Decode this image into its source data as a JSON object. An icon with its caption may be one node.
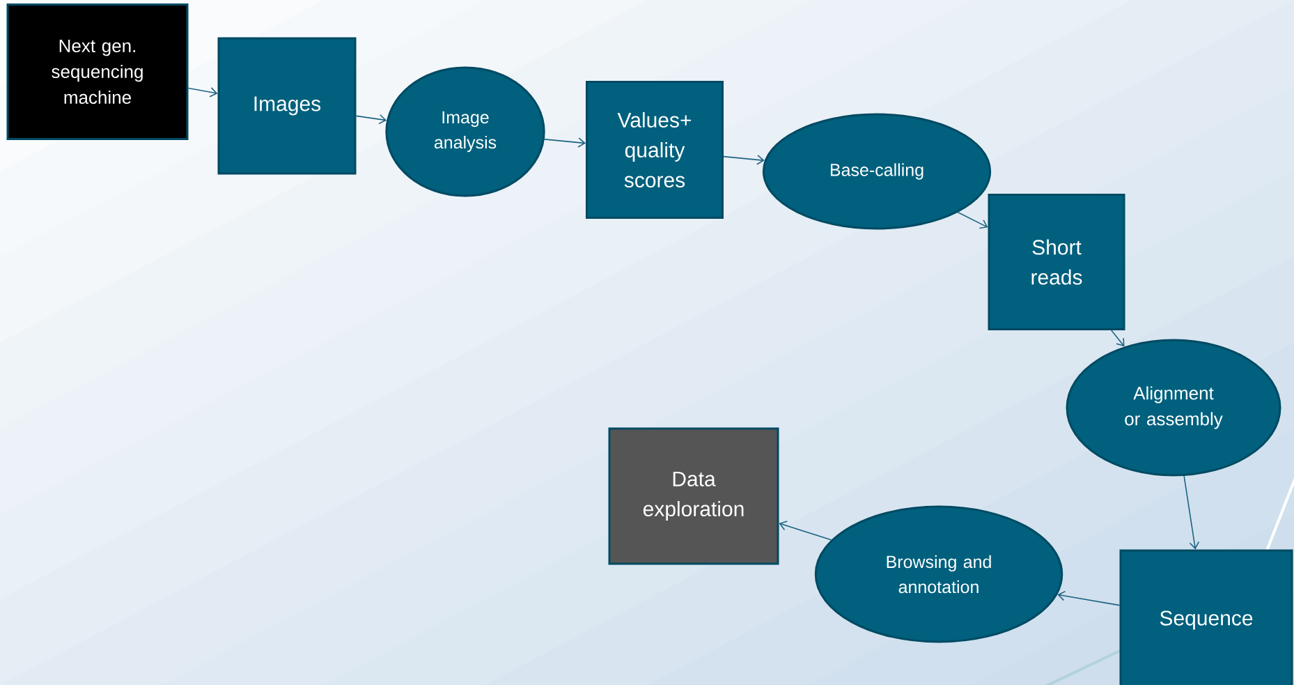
{
  "diagram": {
    "nodes": [
      {
        "text": [
          "Next gen. sequencing machine"
        ]
      },
      {
        "text": [
          "Images"
        ]
      },
      {
        "text": [
          "Image analysis"
        ]
      },
      {
        "text": [
          "Values+ quality scores"
        ]
      },
      {
        "text": [
          "Base-calling"
        ]
      },
      {
        "text": [
          "Short reads"
        ]
      },
      {
        "text": [
          "Alignment or assembly"
        ]
      },
      {
        "text": [
          "Sequence"
        ]
      },
      {
        "text": [
          "Browsing and annotation"
        ]
      },
      {
        "text": [
          "Data exploration"
        ]
      }
    ],
    "edges": [
      {
        "from": 0,
        "to": 1,
        "arrow": "to"
      },
      {
        "from": 1,
        "to": 2,
        "arrow": "to"
      },
      {
        "from": 2,
        "to": 3,
        "arrow": "to"
      },
      {
        "from": 3,
        "to": 4,
        "arrow": "to"
      },
      {
        "from": 4,
        "to": 5,
        "arrow": "to"
      },
      {
        "from": 5,
        "to": 6,
        "arrow": "to"
      },
      {
        "from": 6,
        "to": 7,
        "arrow": "to"
      },
      {
        "from": 7,
        "to": 8,
        "arrow": "to"
      },
      {
        "from": 8,
        "to": 9,
        "arrow": "to"
      }
    ]
  }
}
